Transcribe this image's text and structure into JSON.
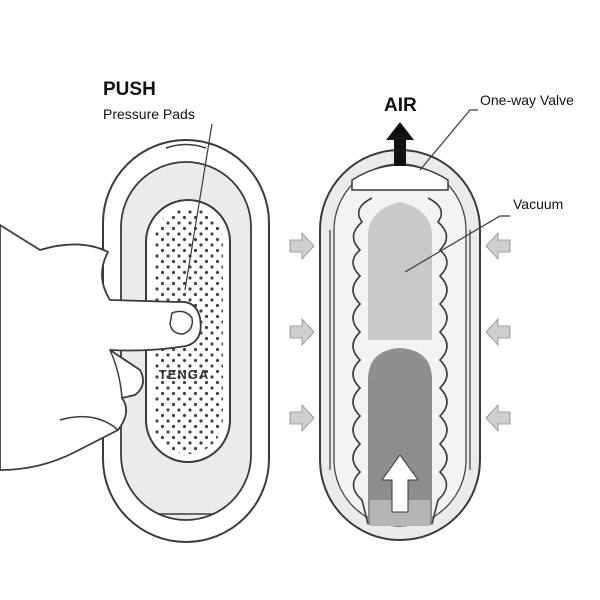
{
  "labels": {
    "push": "PUSH",
    "pressure_pads": "Pressure Pads",
    "air": "AIR",
    "one_way_valve": "One-way Valve",
    "vacuum": "Vacuum",
    "brand": "TENGA"
  },
  "colors": {
    "outline": "#3a3a3a",
    "body_fill": "#ebebeb",
    "vacuum_light": "#c9c9c9",
    "vacuum_dark": "#8e8e8e",
    "arrow_gray": "#cfcfcf",
    "air_arrow": "#111111"
  }
}
